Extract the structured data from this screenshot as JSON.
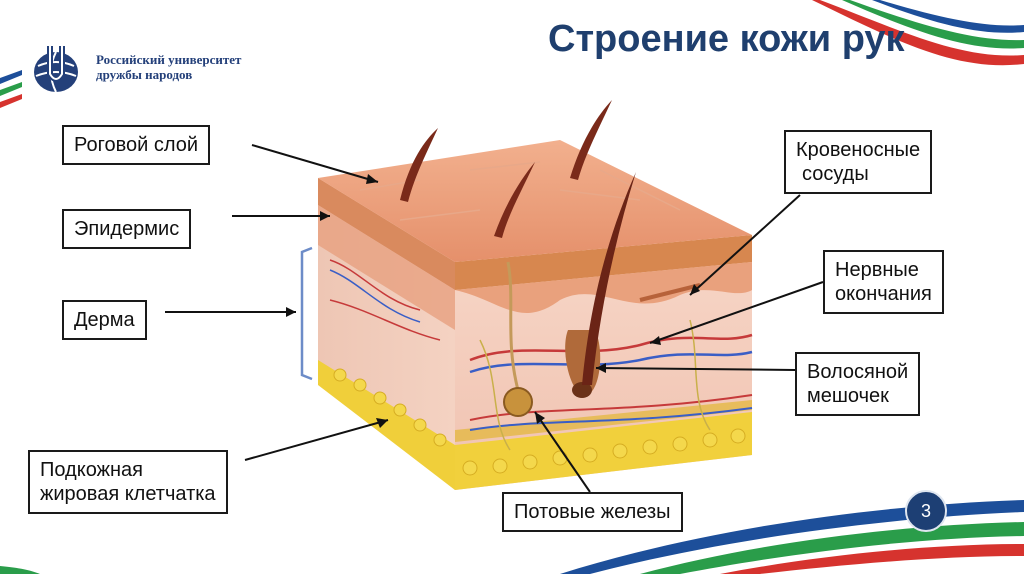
{
  "header": {
    "title": "Строение кожи рук",
    "logo_line1": "Российский университет",
    "logo_line2": "дружбы народов"
  },
  "labels": {
    "stratum_corneum": "Роговой слой",
    "epidermis": "Эпидермис",
    "dermis": "Дерма",
    "subcutaneous_line1": "Подкожная",
    "subcutaneous_line2": "жировая клетчатка",
    "blood_vessels_line1": "Кровеносные",
    "blood_vessels_line2": "сосуды",
    "nerve_endings_line1": "Нервные",
    "nerve_endings_line2": "окончания",
    "hair_follicle_line1": "Волосяной",
    "hair_follicle_line2": "мешочек",
    "sweat_glands": "Потовые железы"
  },
  "footer": {
    "page_number": "3"
  },
  "colors": {
    "title": "#1f3f6e",
    "stripe_blue": "#1d4f9a",
    "stripe_green": "#2a9d4a",
    "stripe_red": "#d6332e",
    "skin_top": "#e9a07c",
    "dermis": "#f4cdbd",
    "fat": "#f1cf3c"
  }
}
